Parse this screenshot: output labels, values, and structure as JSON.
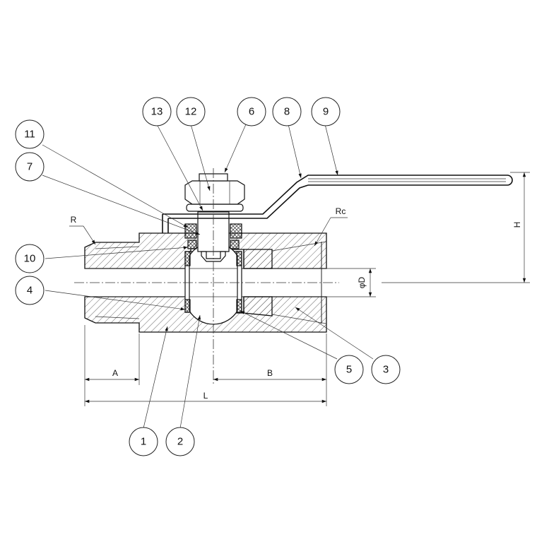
{
  "balloons": [
    {
      "key": "b13",
      "label": "13"
    },
    {
      "key": "b12",
      "label": "12"
    },
    {
      "key": "b6",
      "label": "6"
    },
    {
      "key": "b8",
      "label": "8"
    },
    {
      "key": "b9",
      "label": "9"
    },
    {
      "key": "b11",
      "label": "11"
    },
    {
      "key": "b7",
      "label": "7"
    },
    {
      "key": "b10",
      "label": "10"
    },
    {
      "key": "b4",
      "label": "4"
    },
    {
      "key": "b5",
      "label": "5"
    },
    {
      "key": "b3",
      "label": "3"
    },
    {
      "key": "b1",
      "label": "1"
    },
    {
      "key": "b2",
      "label": "2"
    }
  ],
  "dimensions": {
    "A": "A",
    "B": "B",
    "L": "L",
    "H": "H",
    "D": "φD",
    "R": "R",
    "Rc": "Rc"
  }
}
